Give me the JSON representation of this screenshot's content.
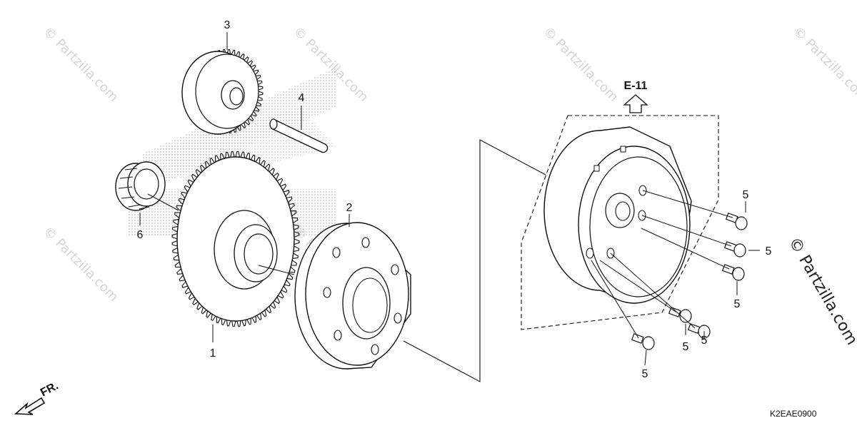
{
  "watermark": "© Partzilla.com",
  "corner_watermark": "© Partzilla.com",
  "reference": "E-11",
  "diagram_code": "K2EAE0900",
  "direction_label": "FR.",
  "callouts": {
    "c1": "1",
    "c2": "2",
    "c3": "3",
    "c4": "4",
    "c6": "6",
    "c5a": "5",
    "c5b": "5",
    "c5c": "5",
    "c5d": "5",
    "c5e": "5",
    "c5f": "5"
  }
}
